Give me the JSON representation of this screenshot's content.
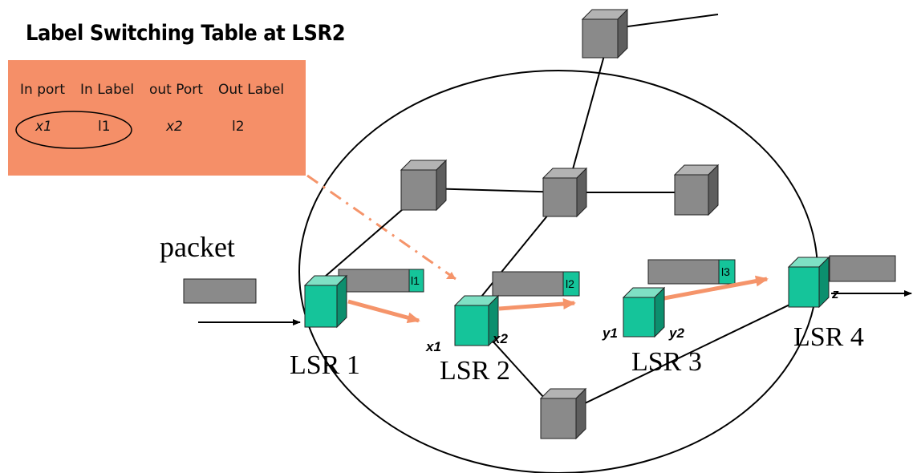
{
  "title": "Label Switching Table at LSR2",
  "table": {
    "headers": [
      "In port",
      "In Label",
      "out Port",
      "Out Label"
    ],
    "row": [
      "x1",
      "l1",
      "x2",
      "l2"
    ]
  },
  "packet_label": "packet",
  "routers": [
    "LSR 1",
    "LSR 2",
    "LSR 3",
    "LSR 4"
  ],
  "ports": {
    "x1": "x1",
    "x2": "x2",
    "y1": "y1",
    "y2": "y2",
    "z": "z"
  },
  "label_tags": [
    "l1",
    "l2",
    "l3"
  ],
  "colors": {
    "table_bg": "#f58f68",
    "lsr_face": "#15c49a",
    "node_face": "#8a8a8a",
    "path_arrow": "#f5946a",
    "packet_fill": "#888888"
  }
}
